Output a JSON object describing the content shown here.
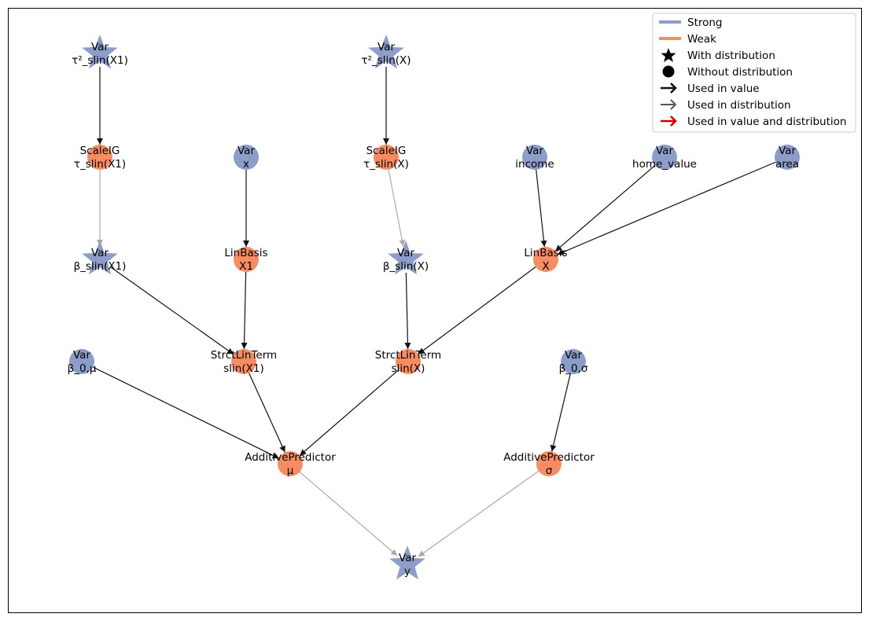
{
  "colors": {
    "strong": "#8c9dc9",
    "weak": "#f78c62",
    "edge_value": "#111111",
    "edge_distribution": "#aaaaaa",
    "edge_both": "#cc0000",
    "frame": "#000000"
  },
  "nodes": [
    {
      "id": "tau2_x1",
      "line1": "Var",
      "line2": "τ²_slin(X1)",
      "kind": "strong",
      "shape": "star"
    },
    {
      "id": "tau2_x",
      "line1": "Var",
      "line2": "τ²_slin(X)",
      "kind": "strong",
      "shape": "star"
    },
    {
      "id": "scaleig_x1",
      "line1": "ScaleIG",
      "line2": "τ_slin(X1)",
      "kind": "weak",
      "shape": "circle"
    },
    {
      "id": "var_x",
      "line1": "Var",
      "line2": "x",
      "kind": "strong",
      "shape": "circle"
    },
    {
      "id": "scaleig_x",
      "line1": "ScaleIG",
      "line2": "τ_slin(X)",
      "kind": "weak",
      "shape": "circle"
    },
    {
      "id": "var_income",
      "line1": "Var",
      "line2": "income",
      "kind": "strong",
      "shape": "circle"
    },
    {
      "id": "var_home",
      "line1": "Var",
      "line2": "home_value",
      "kind": "strong",
      "shape": "circle"
    },
    {
      "id": "var_area",
      "line1": "Var",
      "line2": "area",
      "kind": "strong",
      "shape": "circle"
    },
    {
      "id": "beta_x1",
      "line1": "Var",
      "line2": "β_slin(X1)",
      "kind": "strong",
      "shape": "star"
    },
    {
      "id": "linbasis_x1",
      "line1": "LinBasis",
      "line2": "X1",
      "kind": "weak",
      "shape": "circle"
    },
    {
      "id": "beta_x",
      "line1": "Var",
      "line2": "β_slin(X)",
      "kind": "strong",
      "shape": "star"
    },
    {
      "id": "linbasis_x",
      "line1": "LinBasis",
      "line2": "X",
      "kind": "weak",
      "shape": "circle"
    },
    {
      "id": "beta0_mu",
      "line1": "Var",
      "line2": "β_0,μ",
      "kind": "strong",
      "shape": "circle"
    },
    {
      "id": "term_x1",
      "line1": "StrctLinTerm",
      "line2": "slin(X1)",
      "kind": "weak",
      "shape": "circle"
    },
    {
      "id": "term_x",
      "line1": "StrctLinTerm",
      "line2": "slin(X)",
      "kind": "weak",
      "shape": "circle"
    },
    {
      "id": "beta0_sigma",
      "line1": "Var",
      "line2": "β_0,σ",
      "kind": "strong",
      "shape": "circle"
    },
    {
      "id": "pred_mu",
      "line1": "AdditivePredictor",
      "line2": "μ",
      "kind": "weak",
      "shape": "circle"
    },
    {
      "id": "pred_sigma",
      "line1": "AdditivePredictor",
      "line2": "σ",
      "kind": "weak",
      "shape": "circle"
    },
    {
      "id": "var_y",
      "line1": "Var",
      "line2": "y",
      "kind": "strong",
      "shape": "star"
    }
  ],
  "edges": [
    {
      "from": "tau2_x1",
      "to": "scaleig_x1",
      "type": "value"
    },
    {
      "from": "tau2_x",
      "to": "scaleig_x",
      "type": "value"
    },
    {
      "from": "scaleig_x1",
      "to": "beta_x1",
      "type": "distribution"
    },
    {
      "from": "scaleig_x",
      "to": "beta_x",
      "type": "distribution"
    },
    {
      "from": "var_x",
      "to": "linbasis_x1",
      "type": "value"
    },
    {
      "from": "var_income",
      "to": "linbasis_x",
      "type": "value"
    },
    {
      "from": "var_home",
      "to": "linbasis_x",
      "type": "value"
    },
    {
      "from": "var_area",
      "to": "linbasis_x",
      "type": "value"
    },
    {
      "from": "beta_x1",
      "to": "term_x1",
      "type": "value"
    },
    {
      "from": "linbasis_x1",
      "to": "term_x1",
      "type": "value"
    },
    {
      "from": "beta_x",
      "to": "term_x",
      "type": "value"
    },
    {
      "from": "linbasis_x",
      "to": "term_x",
      "type": "value"
    },
    {
      "from": "beta0_mu",
      "to": "pred_mu",
      "type": "value"
    },
    {
      "from": "term_x1",
      "to": "pred_mu",
      "type": "value"
    },
    {
      "from": "term_x",
      "to": "pred_mu",
      "type": "value"
    },
    {
      "from": "beta0_sigma",
      "to": "pred_sigma",
      "type": "value"
    },
    {
      "from": "pred_mu",
      "to": "var_y",
      "type": "distribution"
    },
    {
      "from": "pred_sigma",
      "to": "var_y",
      "type": "distribution"
    }
  ],
  "legend": {
    "items": [
      {
        "label": "Strong",
        "marker": "line-strong"
      },
      {
        "label": "Weak",
        "marker": "line-weak"
      },
      {
        "label": "With distribution",
        "marker": "star"
      },
      {
        "label": "Without distribution",
        "marker": "dot"
      },
      {
        "label": "Used in value",
        "marker": "arrow-value"
      },
      {
        "label": "Used in distribution",
        "marker": "arrow-distribution"
      },
      {
        "label": "Used in value and distribution",
        "marker": "arrow-both"
      }
    ]
  }
}
